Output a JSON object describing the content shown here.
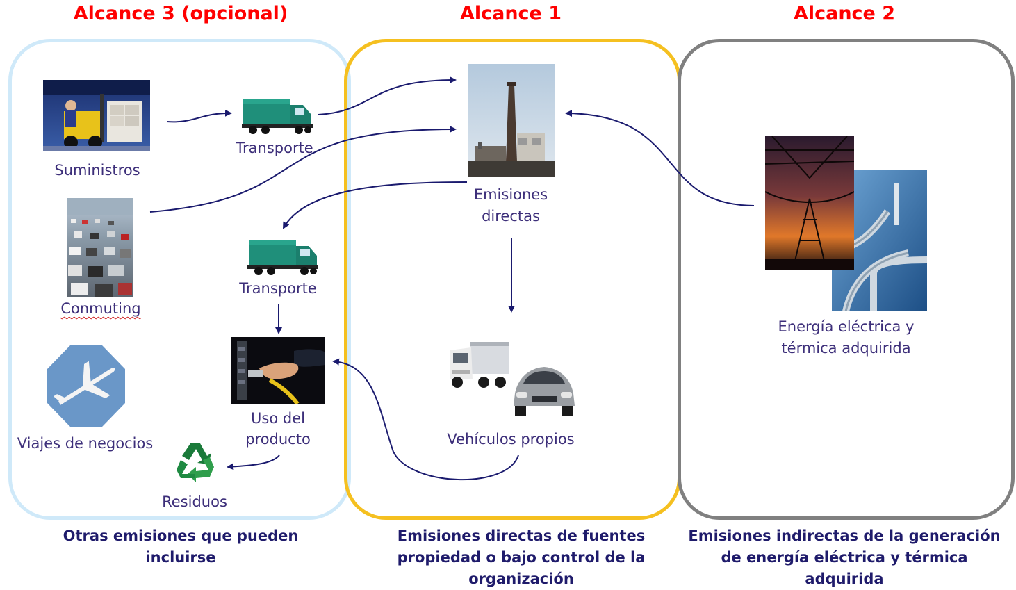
{
  "scopes": [
    {
      "title": "Alcance 3 (opcional)",
      "footer": "Otras emisiones que pueden incluirse",
      "color": "#cfe9f9"
    },
    {
      "title": "Alcance 1",
      "footer": "Emisiones directas de fuentes propiedad o bajo control de la organización",
      "color": "#f5c020"
    },
    {
      "title": "Alcance 2",
      "footer": "Emisiones indirectas de la generación de energía eléctrica y térmica adquirida",
      "color": "#808080"
    }
  ],
  "nodes": {
    "suministros": "Suministros",
    "transporte_top": "Transporte",
    "conmuting": "Conmuting",
    "transporte_mid": "Transporte",
    "uso_line1": "Uso del",
    "uso_line2": "producto",
    "viajes": "Viajes de negocios",
    "residuos": "Residuos",
    "emisiones_line1": "Emisiones",
    "emisiones_line2": "directas",
    "vehiculos": "Vehículos propios",
    "energia_line1": "Energía eléctrica y",
    "energia_line2": "térmica adquirida"
  },
  "icons": [
    "forklift-photo",
    "truck-icon",
    "traffic-photo",
    "airplane-icon",
    "power-plug-photo",
    "recycle-icon",
    "chimney-photo",
    "truck-photo",
    "car-photo",
    "power-lines-photo",
    "industrial-pipes-photo"
  ],
  "colors": {
    "title": "#ff0000",
    "label": "#3d2f7a",
    "footer": "#1f1b6b",
    "arrow": "#1a1a6e"
  }
}
